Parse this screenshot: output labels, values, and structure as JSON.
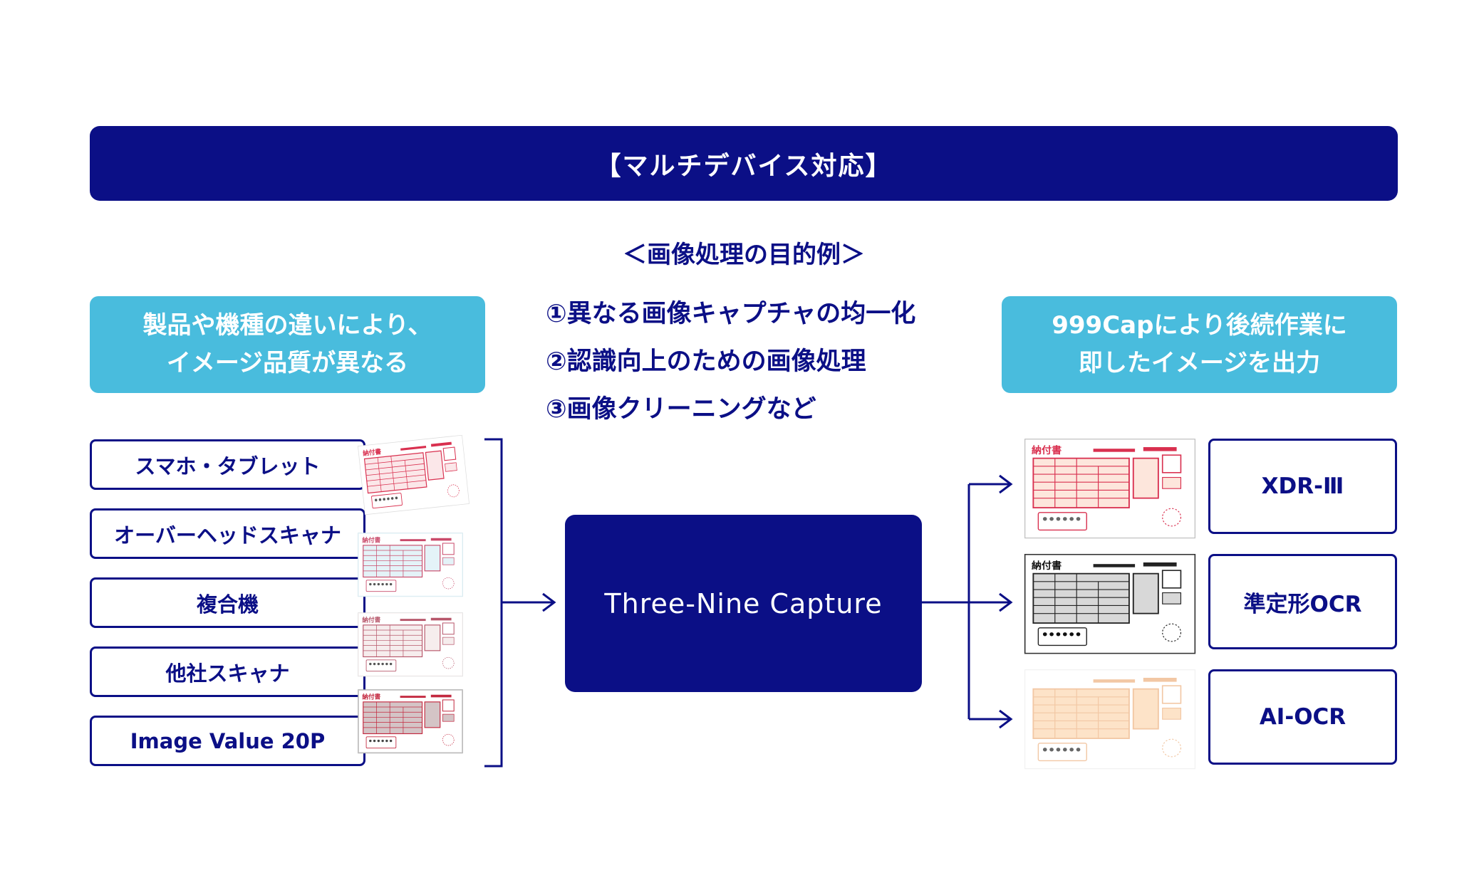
{
  "banner": {
    "title": "【マルチデバイス対応】"
  },
  "subtitle": "＜画像処理の目的例＞",
  "purposes": [
    "①異なる画像キャプチャの均一化",
    "②認識向上のための画像処理",
    "③画像クリーニングなど"
  ],
  "left_callout": {
    "lines": [
      "製品や機種の違いにより、",
      "イメージ品質が異なる"
    ]
  },
  "right_callout": {
    "lines": [
      "999Capにより後続作業に",
      "即したイメージを出力"
    ]
  },
  "devices": [
    "スマホ・タブレット",
    "オーバーヘッドスキャナ",
    "複合機",
    "他社スキャナ",
    "Image Value 20P"
  ],
  "center": {
    "label": "Three-Nine Capture"
  },
  "outputs": [
    "XDR-Ⅲ",
    "準定形OCR",
    "AI-OCR"
  ],
  "document_label": "納付書",
  "colors": {
    "navy": "#0b0f86",
    "callout": "#49bcdd",
    "form_red": "#d9304f",
    "form_pink_fill": "#fbe2e0",
    "form_gray": "#333333",
    "form_orange_fill": "#fde3c8"
  }
}
